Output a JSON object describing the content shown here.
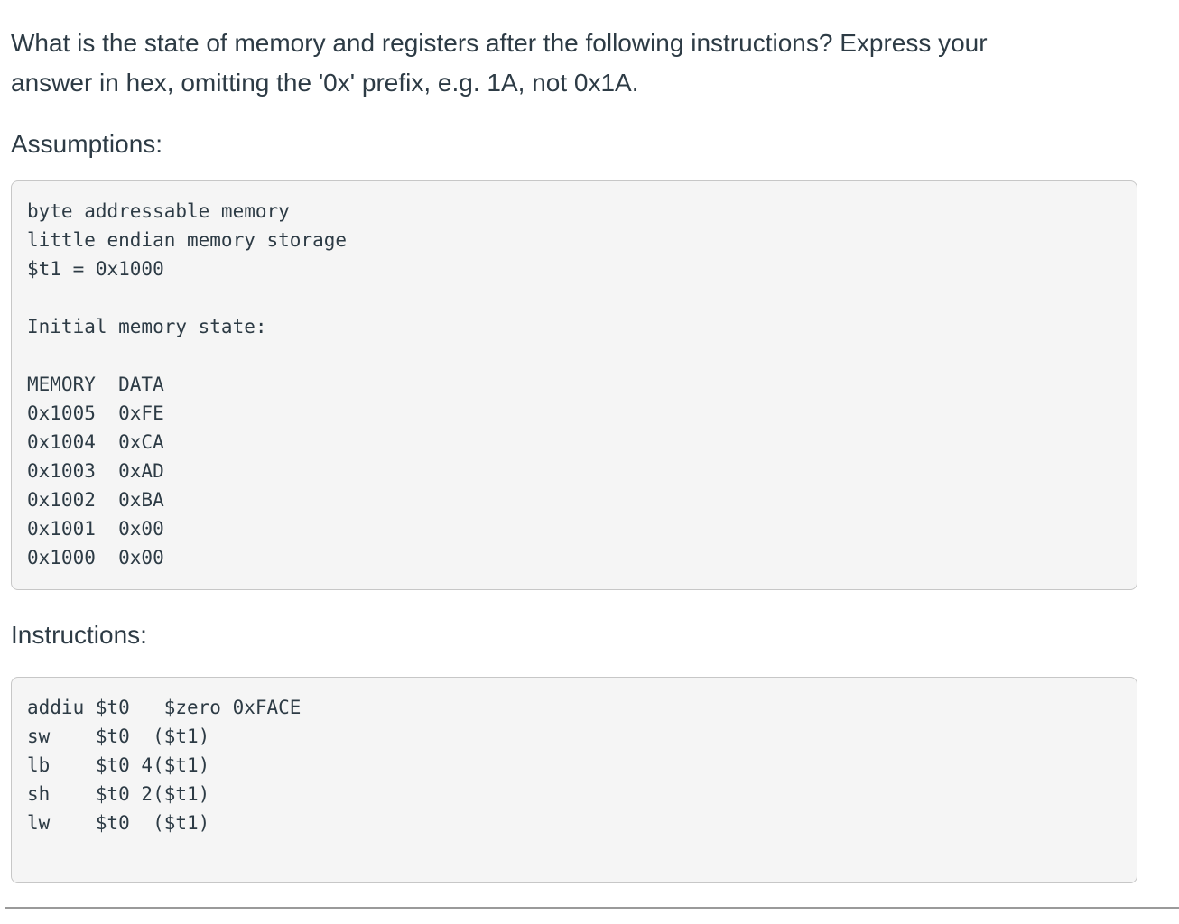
{
  "question": {
    "line1": "What is the state of memory and registers after the following instructions? Express your",
    "line2": "answer in hex, omitting the '0x' prefix, e.g. 1A, not 0x1A."
  },
  "assumptions": {
    "heading": "Assumptions:",
    "code_lines": [
      "byte addressable memory",
      "little endian memory storage",
      "$t1 = 0x1000",
      "",
      "Initial memory state:",
      "",
      "MEMORY  DATA",
      "0x1005  0xFE",
      "0x1004  0xCA",
      "0x1003  0xAD",
      "0x1002  0xBA",
      "0x1001  0x00",
      "0x1000  0x00"
    ],
    "memory_table": {
      "headers": [
        "MEMORY",
        "DATA"
      ],
      "rows": [
        [
          "0x1005",
          "0xFE"
        ],
        [
          "0x1004",
          "0xCA"
        ],
        [
          "0x1003",
          "0xAD"
        ],
        [
          "0x1002",
          "0xBA"
        ],
        [
          "0x1001",
          "0x00"
        ],
        [
          "0x1000",
          "0x00"
        ]
      ]
    }
  },
  "instructions": {
    "heading": "Instructions:",
    "code_lines": [
      "addiu $t0   $zero 0xFACE",
      "sw    $t0  ($t1)",
      "lb    $t0 4($t1)",
      "sh    $t0 2($t1)",
      "lw    $t0  ($t1)"
    ]
  },
  "colors": {
    "ink": "#2d3b45",
    "code_background": "#f5f5f5",
    "code_border": "#c7c7c7",
    "divider": "#9a9a9a",
    "page_background": "#ffffff"
  }
}
